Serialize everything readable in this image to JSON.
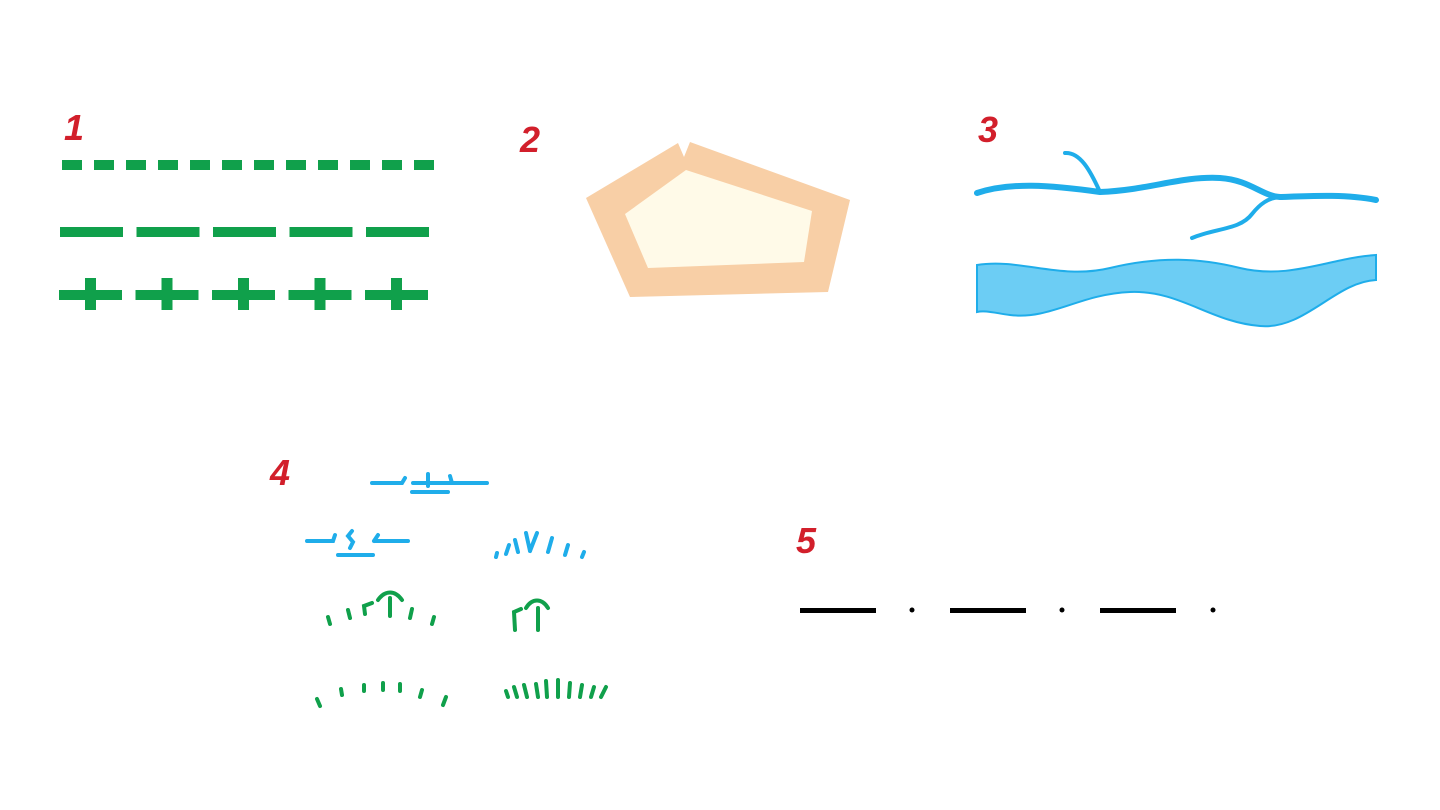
{
  "labels": {
    "s1": "1",
    "s2": "2",
    "s3": "3",
    "s4": "4",
    "s5": "5"
  },
  "colors": {
    "label": "#d21f2b",
    "green": "#10a04b",
    "blue": "#1fadea",
    "water_fill": "#6ccdf4",
    "peach": "#f8cfa6",
    "cream": "#fffae8",
    "black": "#000000"
  }
}
